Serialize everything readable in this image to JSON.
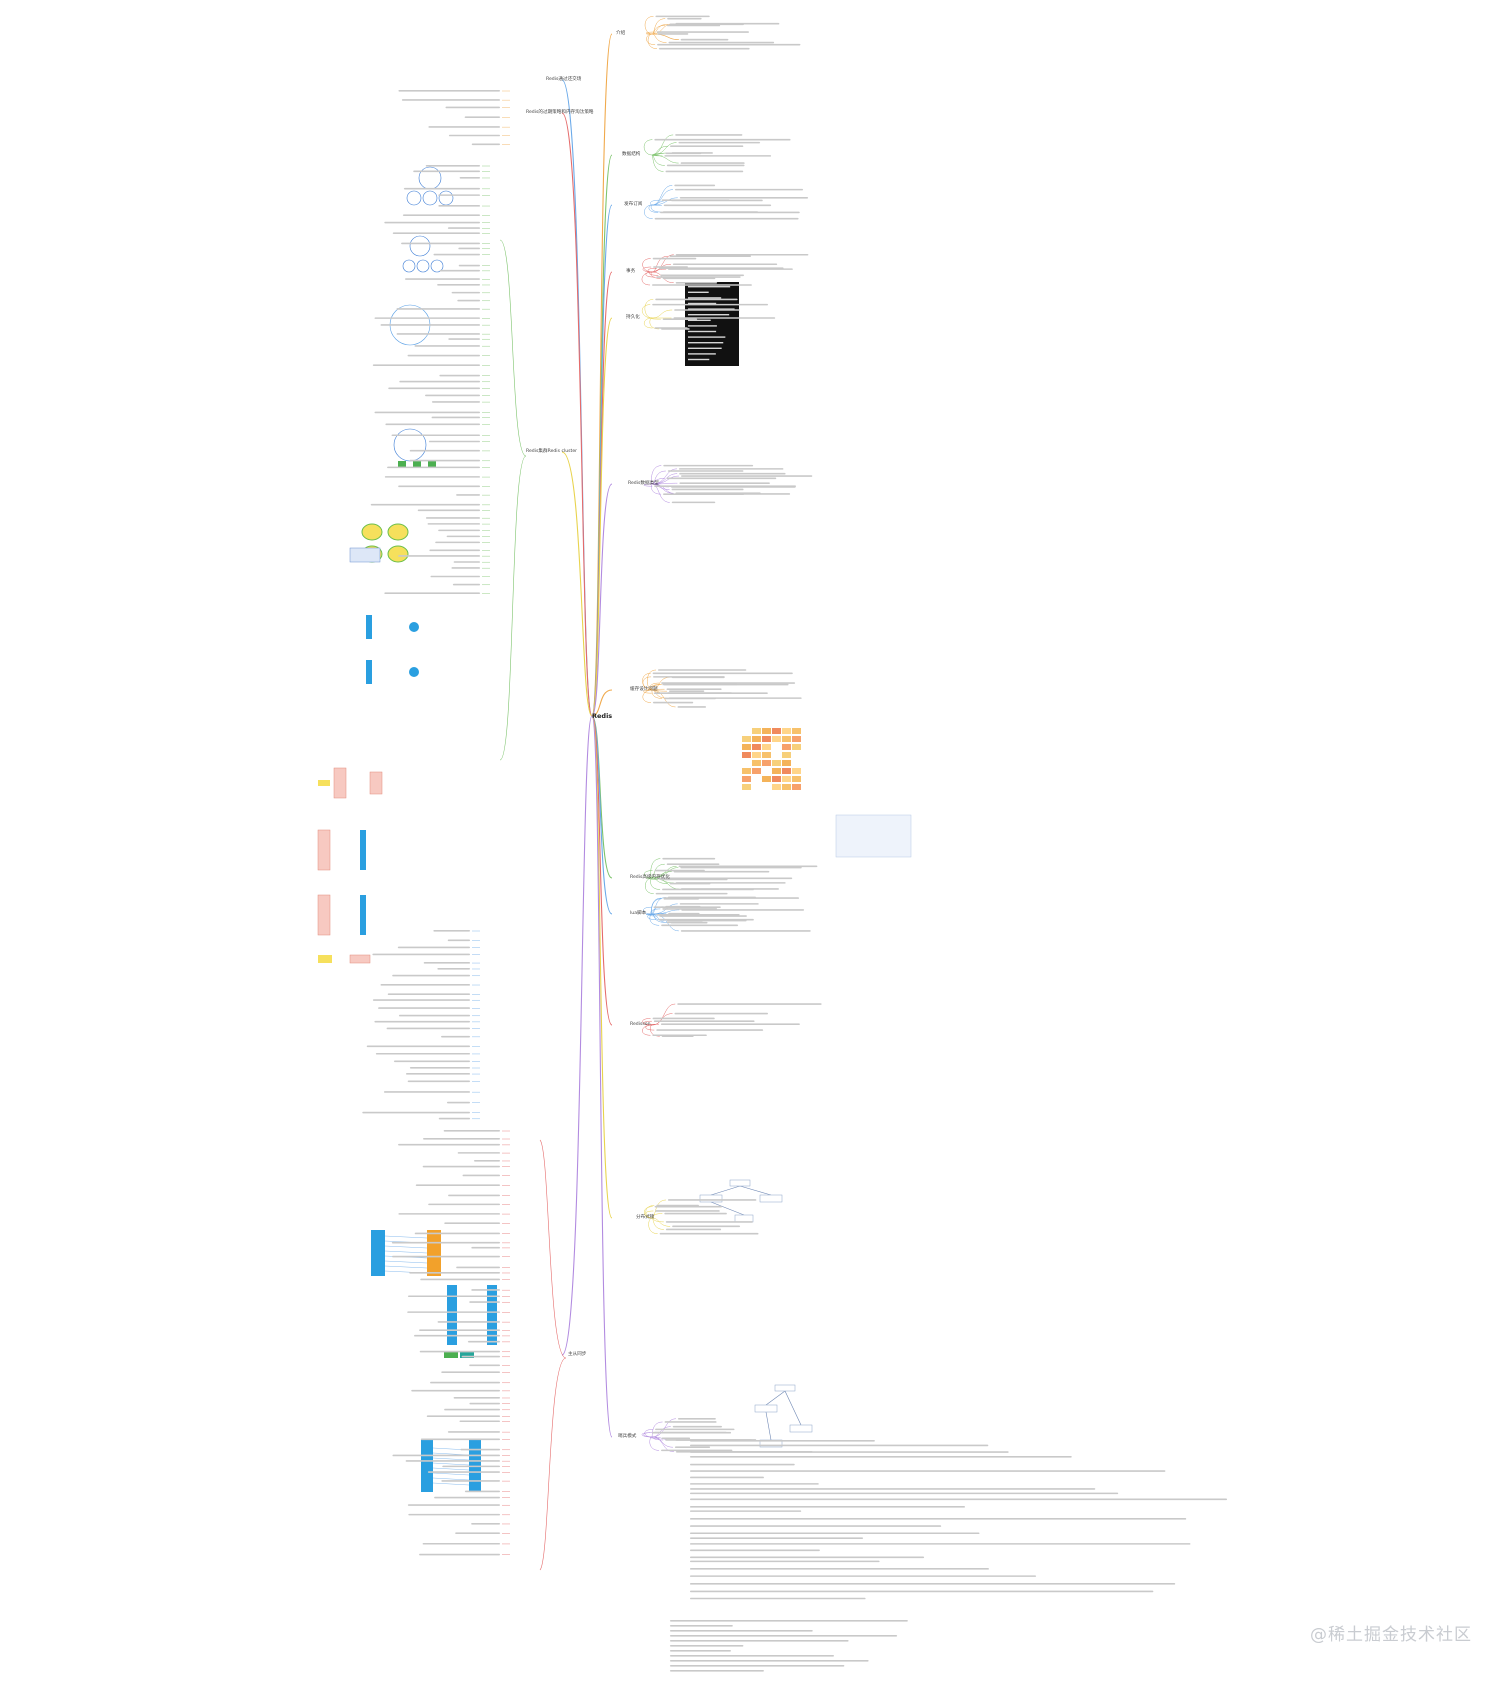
{
  "center": {
    "label": "Redis"
  },
  "watermark": "@稀土掘金技术社区",
  "left_branches": [
    "Redis通过还交场",
    "Redis的过期策略和内存淘汰策略",
    "Redis集群Redis cluster",
    "主从同步"
  ],
  "right_branches": [
    "介绍",
    "数据结构",
    "发布订阅",
    "事务",
    "持久化",
    "Redis数据类型",
    "缓存设计问题",
    "Redis高级内存优化",
    "lua脚本",
    "Redisson",
    "分布式锁",
    "哨兵模式"
  ],
  "colors": {
    "line_orange": "#f0a94b",
    "line_green": "#7cc36b",
    "line_blue": "#6aa9e9",
    "line_red": "#e56b6b",
    "line_yellow": "#e8d34d",
    "line_purple": "#b28be0",
    "node_yellow": "#f6e05c",
    "node_blue": "#2a9fe0",
    "node_orange": "#f2a12b",
    "node_green": "#4caf50",
    "terminal_bg": "#111111"
  },
  "icons": [
    "mindmap-center-node",
    "leaf-icons"
  ]
}
